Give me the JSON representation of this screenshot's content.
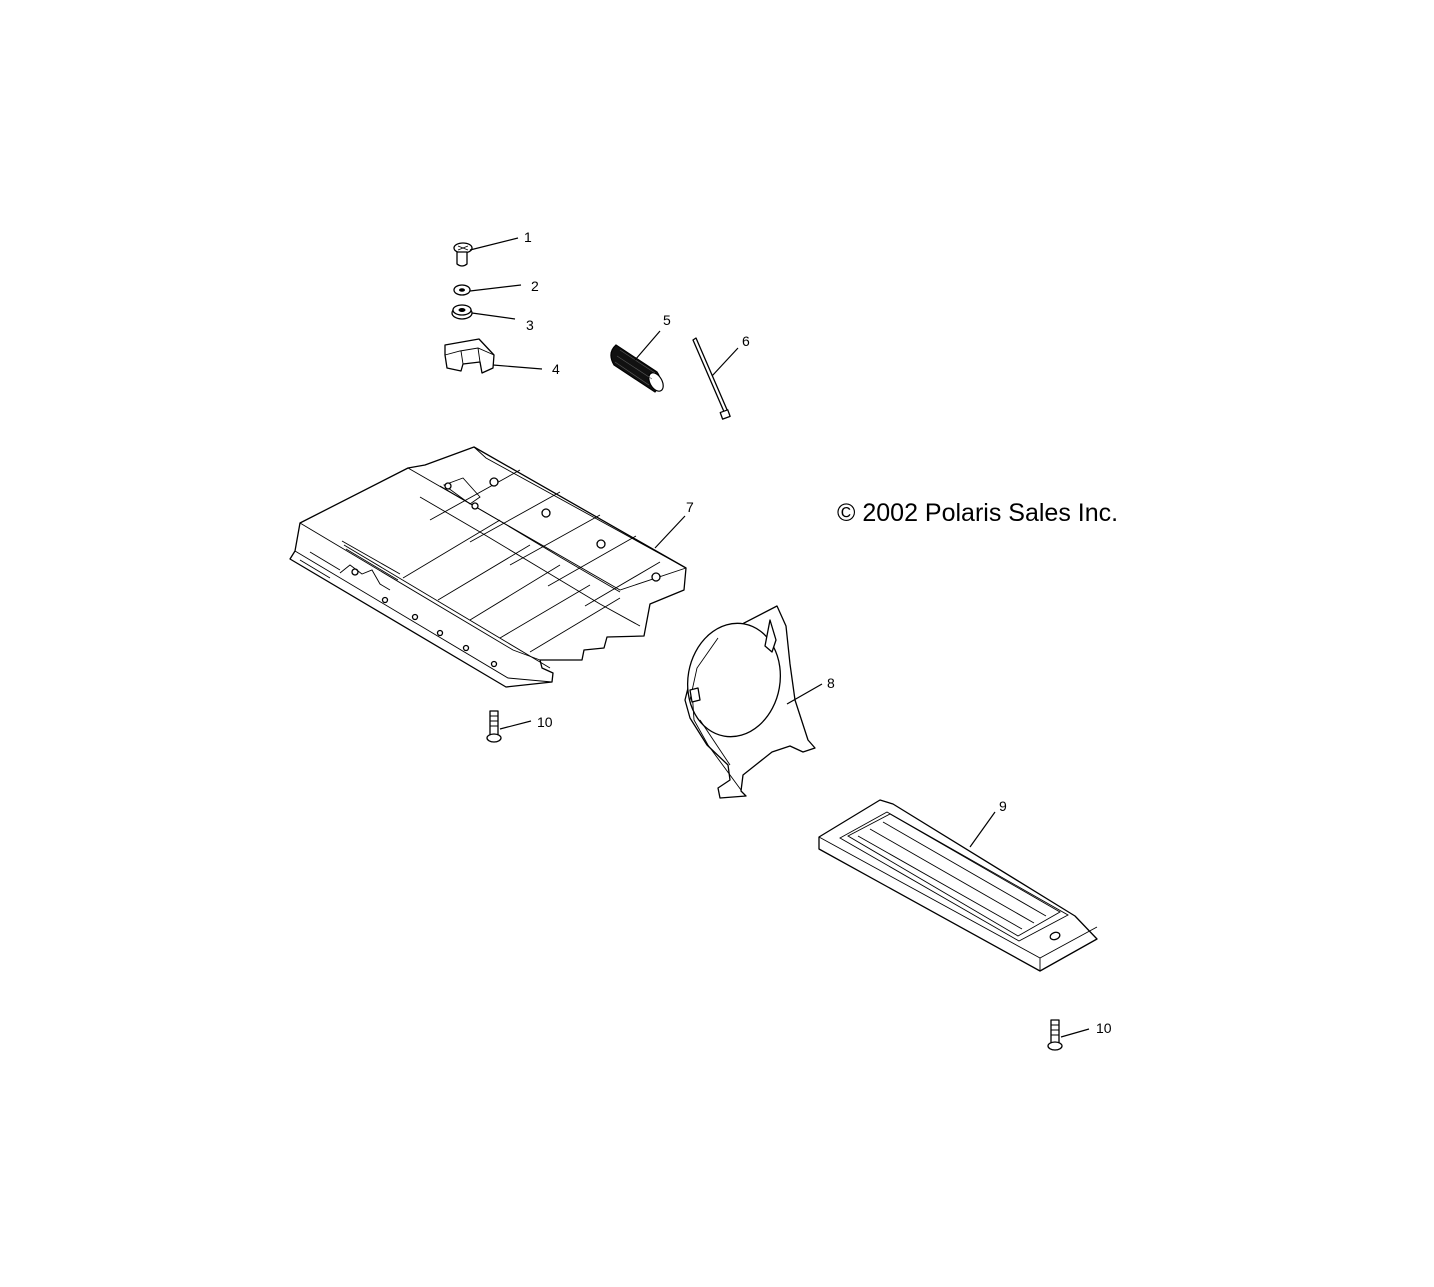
{
  "diagram": {
    "copyright": "© 2002 Polaris Sales Inc.",
    "callouts": [
      {
        "id": "1",
        "part": "screw-icon"
      },
      {
        "id": "2",
        "part": "washer-icon"
      },
      {
        "id": "3",
        "part": "grommet-icon"
      },
      {
        "id": "4",
        "part": "bracket-icon"
      },
      {
        "id": "5",
        "part": "grip-sleeve-icon"
      },
      {
        "id": "6",
        "part": "cable-tie-icon"
      },
      {
        "id": "7",
        "part": "skid-plate-icon"
      },
      {
        "id": "8",
        "part": "fan-shroud-icon"
      },
      {
        "id": "9",
        "part": "footrest-pad-icon"
      },
      {
        "id": "10",
        "part": "bolt-icon"
      },
      {
        "id": "10",
        "part": "bolt-icon"
      }
    ]
  }
}
